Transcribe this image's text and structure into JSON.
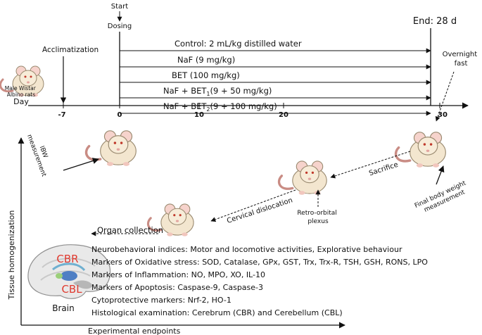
{
  "timeline": {
    "start_label": "Start",
    "dosing_label": "Dosing",
    "end_label": "End: 28 d",
    "day_label": "Day",
    "ticks": [
      "-7",
      "0",
      "10",
      "20",
      "30"
    ],
    "acclimatization_label": "Acclimatization",
    "rats_label_line1": "Male Wistar",
    "rats_label_line2": "Albino rats",
    "overnight_line1": "Overnight",
    "overnight_line2": "fast"
  },
  "groups": [
    {
      "main": "Control: 2 mL/kg distilled water",
      "sub": "",
      "tail": ""
    },
    {
      "main": "NaF (9 mg/kg)",
      "sub": "",
      "tail": ""
    },
    {
      "main": "BET (100 mg/kg)",
      "sub": "",
      "tail": ""
    },
    {
      "main": "NaF + BET",
      "sub": "1",
      "tail": "(9 + 50 mg/kg)"
    },
    {
      "main": "NaF + BET",
      "sub": "2",
      "tail": "(9 + 100 mg/kg)"
    }
  ],
  "procedures": {
    "ibw_line1": "IBW",
    "ibw_line2": "measurement",
    "sacrifice": "Sacrifice",
    "final_bw_line1": "Final body weight",
    "final_bw_line2": "measurement",
    "retro_line1": "Retro-orbital",
    "retro_line2": "plexus",
    "cervical": "Cervical dislocation",
    "organ_collection": "Organ collection"
  },
  "brain": {
    "title": "Brain",
    "cbr": "CBR",
    "cbl": "CBL",
    "region_color": "#e03a2f"
  },
  "endpoints": {
    "y_axis_label": "Tissue homogenization",
    "x_axis_label": "Experimental endpoints",
    "items": [
      "Neurobehavioral indices: Motor and locomotive activities, Explorative behaviour",
      "Markers of Oxidative stress: SOD, Catalase, GPx, GST, Trx, Trx-R, TSH, GSH, RONS, LPO",
      "Markers of Inflammation: NO, MPO, XO, IL-10",
      "Markers of Apoptosis: Caspase-9, Caspase-3",
      "Cytoprotective markers: Nrf-2, HO-1",
      "Histological examination: Cerebrum (CBR) and Cerebellum (CBL)"
    ]
  }
}
